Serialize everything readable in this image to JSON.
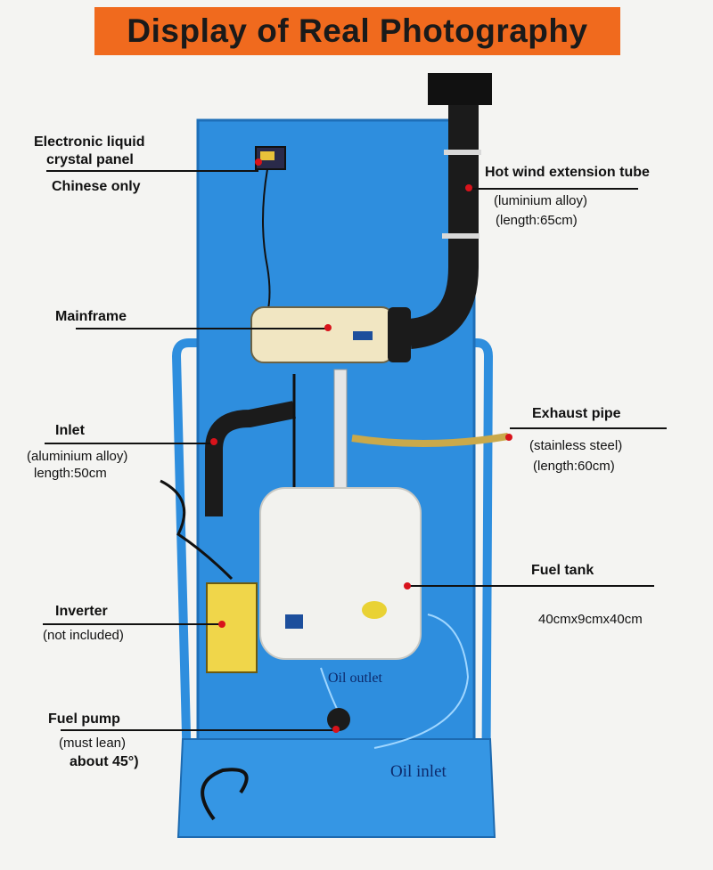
{
  "banner": {
    "title": "Display of Real Photography",
    "color": "#f06a1e"
  },
  "photo_labels": {
    "oil_outlet": "Oil outlet",
    "oil_inlet": "Oil inlet"
  },
  "callouts": {
    "lcd": {
      "line1": "Electronic liquid",
      "line2": "crystal panel",
      "line3": "Chinese only"
    },
    "mainframe": {
      "title": "Mainframe"
    },
    "inlet": {
      "title": "Inlet",
      "material": "(aluminium alloy)",
      "length": "length:50cm"
    },
    "inverter": {
      "title": "Inverter",
      "note": "(not included)"
    },
    "fuel_pump": {
      "title": "Fuel pump",
      "note1": "(must lean)",
      "note2": "about 45°)"
    },
    "hot_wind": {
      "title": "Hot wind extension tube",
      "material": "(luminium  alloy)",
      "length": "(length:65cm)"
    },
    "exhaust": {
      "title": "Exhaust  pipe",
      "material": "(stainless  steel)",
      "length": "(length:60cm)"
    },
    "fuel_tank": {
      "title": "Fuel tank",
      "size": "40cmx9cmx40cm"
    }
  },
  "colors": {
    "board": "#2e8ede",
    "dot": "#d8131b",
    "tank": "#f2f2ee",
    "heater": "#f1e6c2"
  }
}
